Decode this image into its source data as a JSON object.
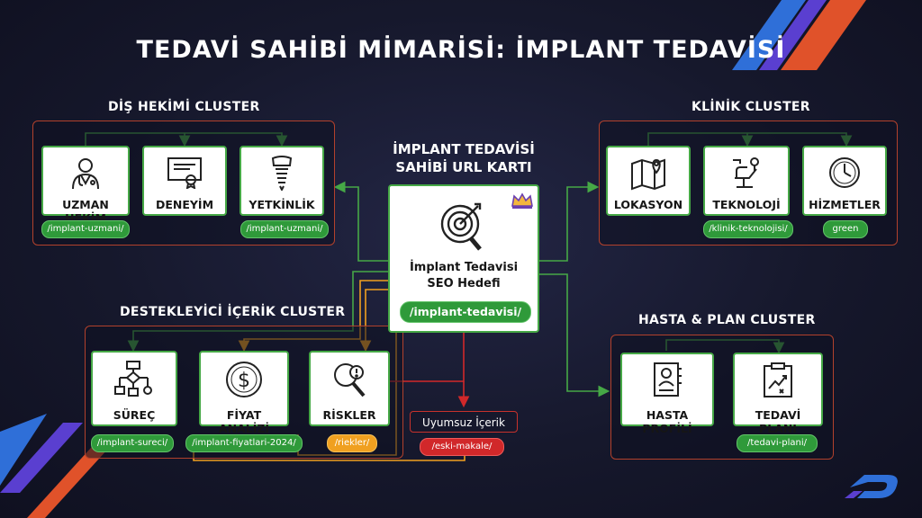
{
  "title": "TEDAVİ SAHİBİ MİMARİSİ: İMPLANT TEDAVİSİ",
  "center": {
    "header": [
      "İMPLANT TEDAVİSİ",
      "SAHİBİ URL KARTI"
    ],
    "label": [
      "İmplant Tedavisi",
      "SEO Hedefi"
    ],
    "url": "/implant-tedavisi/",
    "icon": "target-icon",
    "badge_icon": "crown-icon"
  },
  "clusters": {
    "dis_hekimi": {
      "label": "DİŞ HEKİMİ CLUSTER",
      "cards": [
        {
          "label": "UZMAN HEKİM",
          "icon": "doctor-icon",
          "url": "/implant-uzmani/"
        },
        {
          "label": "DENEYİM",
          "icon": "certificate-icon",
          "url": ""
        },
        {
          "label": "YETKİNLİK",
          "icon": "dental-implant-icon",
          "url": "/implant-uzmani/"
        }
      ]
    },
    "klinik": {
      "label": "KLİNİK CLUSTER",
      "cards": [
        {
          "label": "LOKASYON",
          "icon": "map-pin-icon",
          "url": ""
        },
        {
          "label": "TEKNOLOJİ",
          "icon": "dental-chair-icon",
          "url": "/klinik-teknolojisi/"
        },
        {
          "label": "HİZMETLER",
          "icon": "clock-icon",
          "url": "green"
        }
      ]
    },
    "destekleyici": {
      "label": "DESTEKLEYİCİ İÇERİK CLUSTER",
      "cards": [
        {
          "label": "SÜREÇ",
          "icon": "flowchart-icon",
          "url": "/implant-sureci/"
        },
        {
          "label": "FİYAT ANALİZİ",
          "icon": "dollar-icon",
          "url": "/implant-fiyatlari-2024/"
        },
        {
          "label": "RİSKLER",
          "icon": "magnifier-alert-icon",
          "url": "/riekler/"
        }
      ]
    },
    "hasta_plan": {
      "label": "HASTA & PLAN CLUSTER",
      "cards": [
        {
          "label": "HASTA PROFİLİ",
          "icon": "patient-profile-icon",
          "url": ""
        },
        {
          "label": "TEDAVİ PLANI",
          "icon": "clipboard-plan-icon",
          "url": "/tedavi-plani/"
        }
      ]
    }
  },
  "uyumsuz": {
    "label": "Uyumsuz İçerik",
    "url": "/eski-makale/"
  },
  "colors": {
    "green": "#46a846",
    "orange": "#f0a020",
    "red": "#d1282a",
    "cluster_border": "#b2412c",
    "background": "#16182c"
  },
  "brand_icon": "brand-logo-icon"
}
